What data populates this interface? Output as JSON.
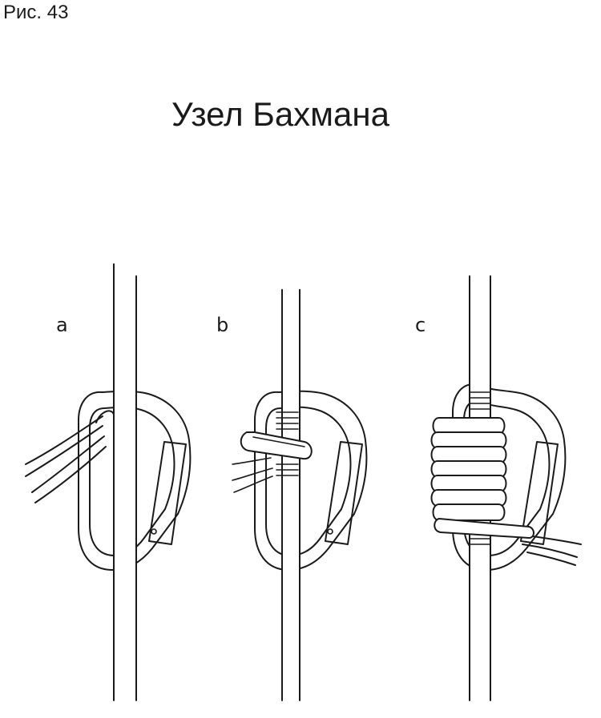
{
  "figure_label": "Рис. 43",
  "title": "Узел Бахмана",
  "panels": [
    {
      "letter": "a",
      "icon": "carabiner-rope-step-a-icon"
    },
    {
      "letter": "b",
      "icon": "carabiner-rope-step-b-icon"
    },
    {
      "letter": "c",
      "icon": "carabiner-rope-step-c-icon"
    }
  ]
}
